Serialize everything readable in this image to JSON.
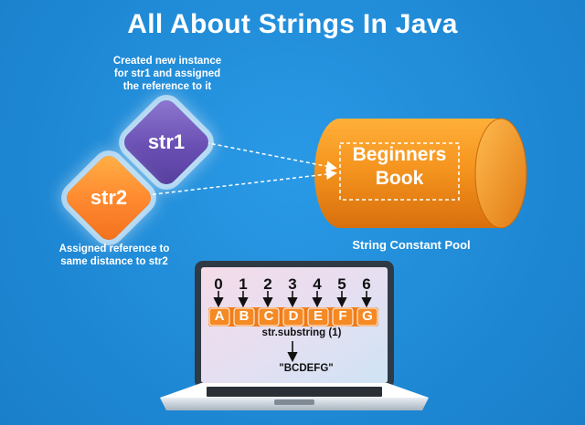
{
  "title": "All About Strings In Java",
  "notes": {
    "top": [
      "Created new instance",
      "for str1 and assigned",
      "the reference to it"
    ],
    "bottom": [
      "Assigned reference to",
      "same distance to str2"
    ]
  },
  "diamonds": {
    "str1": "str1",
    "str2": "str2"
  },
  "pool": {
    "book_line1": "Beginners",
    "book_line2": "Book",
    "label": "String Constant Pool"
  },
  "laptop": {
    "indices": [
      "0",
      "1",
      "2",
      "3",
      "4",
      "5",
      "6"
    ],
    "letters": [
      "A",
      "B",
      "C",
      "D",
      "E",
      "F",
      "G"
    ],
    "method": "str.substring (1)",
    "result": "\"BCDEFG\""
  },
  "colors": {
    "background": "#1f8ddb",
    "purple": "#6a4fb3",
    "orange": "#ff8a30",
    "cylinder": "#f5951f",
    "cell": "#f07a17"
  }
}
